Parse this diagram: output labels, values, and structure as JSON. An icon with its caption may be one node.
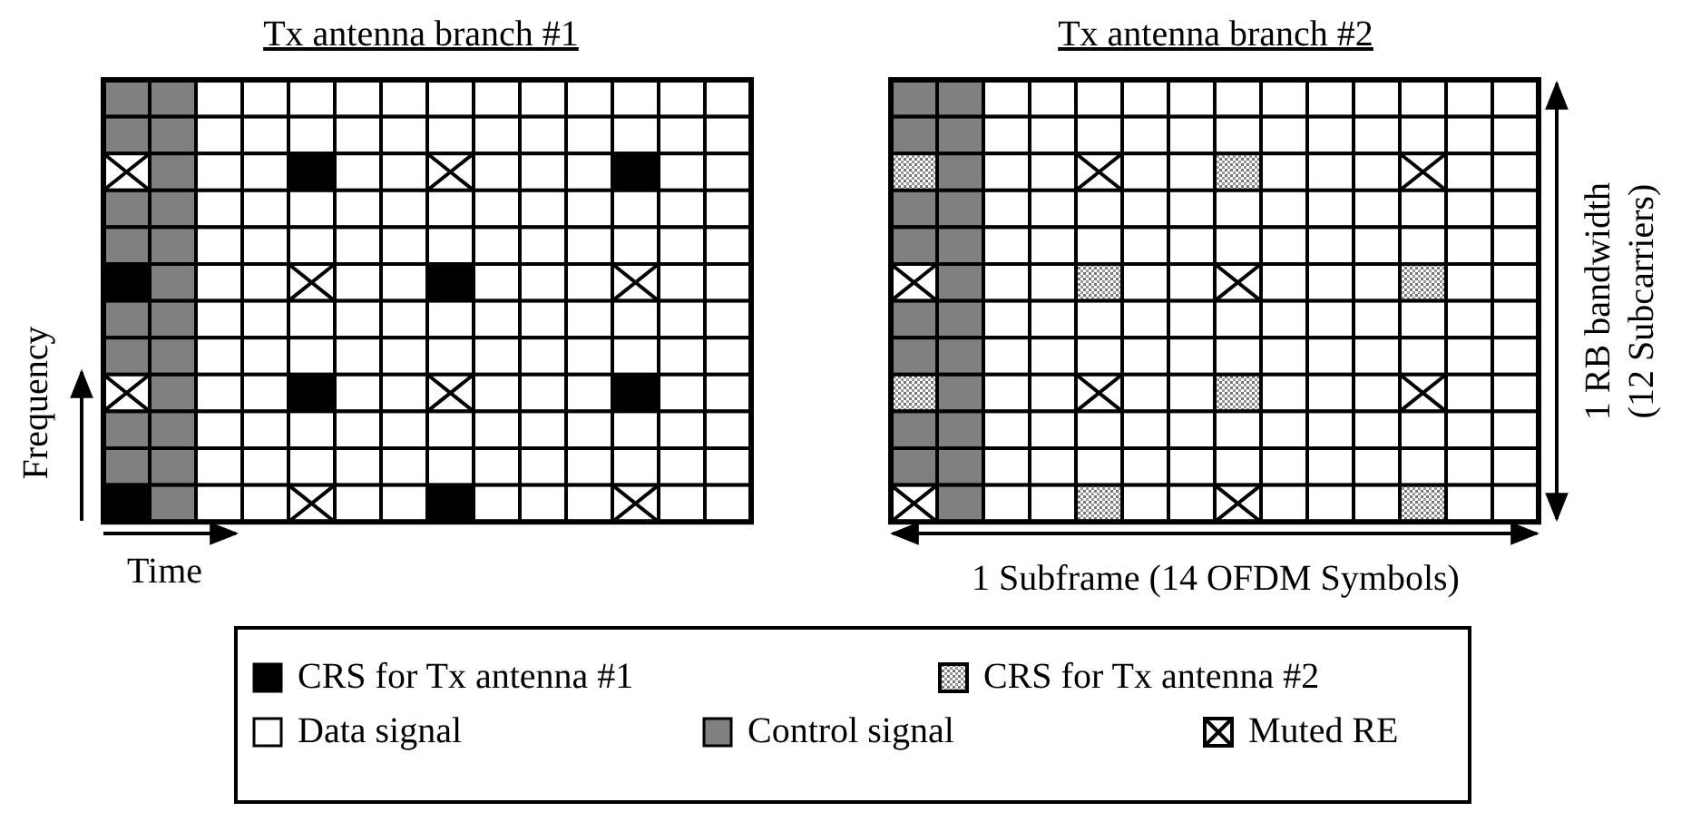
{
  "diagram": {
    "labels": [
      "Tx  antenna branch #1",
      "Tx  antenna branch #2",
      "Frequency",
      "Time",
      "1 RB bandwidth (12 Subcarriers)",
      "1 Subframe (14 OFDM Symbols)"
    ],
    "legend": [
      {
        "text": "CRS for Tx antenna #1",
        "color": "#000000"
      },
      {
        "text": "CRS for Tx antenna #2"
      },
      {
        "text": "Data signal",
        "color": "#ffffff"
      },
      {
        "text": "Control signal",
        "color": "#808080"
      },
      {
        "text": "Muted RE"
      }
    ]
  }
}
